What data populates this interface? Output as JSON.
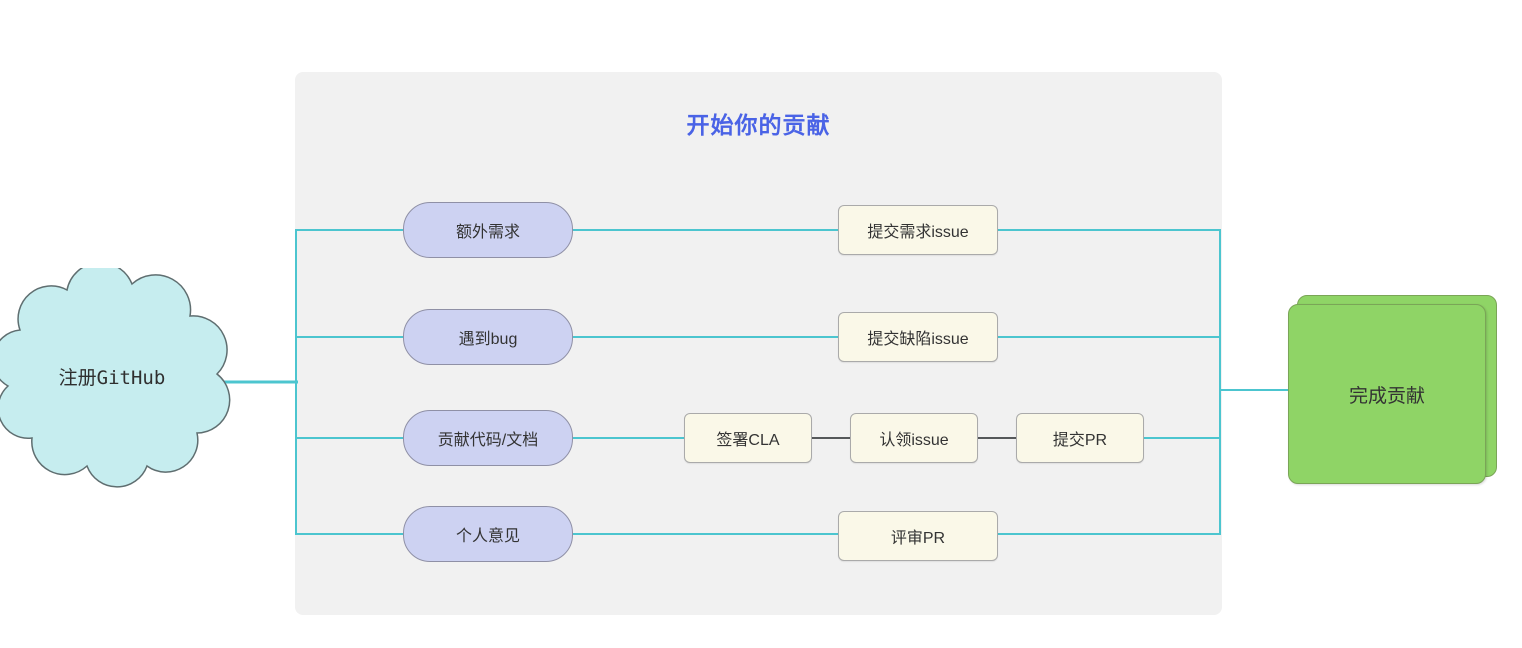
{
  "diagram": {
    "title": "开始你的贡献",
    "start": {
      "label": "注册GitHub",
      "shape": "cloud"
    },
    "end": {
      "label": "完成贡献",
      "shape": "stacked-rounded-rect"
    },
    "branches": [
      {
        "source": "额外需求",
        "steps": [
          "提交需求issue"
        ]
      },
      {
        "source": "遇到bug",
        "steps": [
          "提交缺陷issue"
        ]
      },
      {
        "source": "贡献代码/文档",
        "steps": [
          "签署CLA",
          "认领issue",
          "提交PR"
        ]
      },
      {
        "source": "个人意见",
        "steps": [
          "评审PR"
        ]
      }
    ],
    "colors": {
      "connector": "#4cc5cf",
      "connector_dark": "#55585a",
      "cloud_fill": "#c6edef",
      "source_fill": "#cdd2f2",
      "step_fill": "#faf8e8",
      "end_fill": "#8fd466",
      "group_fill": "#f1f1f1",
      "title": "#4a63e6"
    }
  }
}
